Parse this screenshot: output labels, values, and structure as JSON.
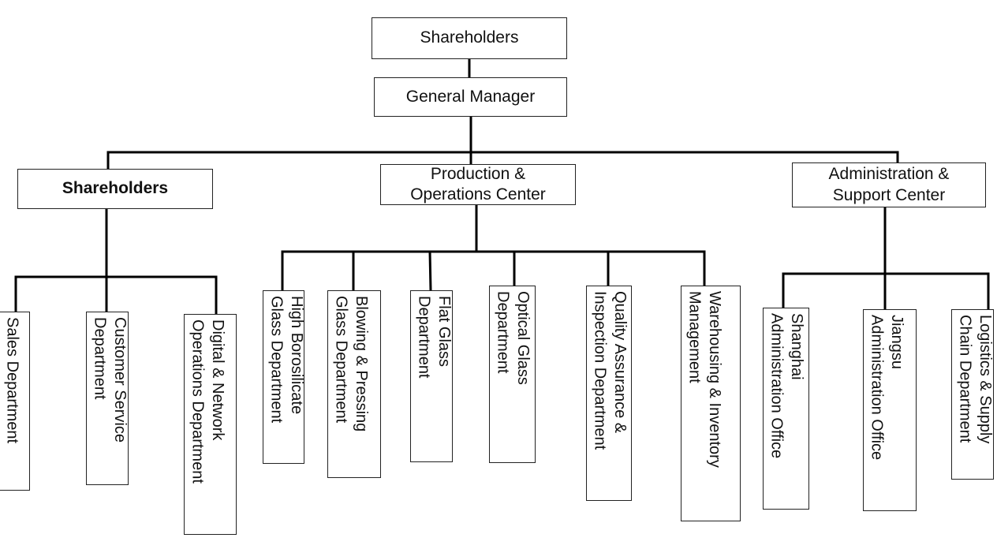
{
  "chart": {
    "top_box": "Shareholders",
    "general_manager": "General Manager",
    "centers": {
      "left": "Shareholders",
      "middle": "Production &\nOperations Center",
      "right": "Administration &\nSupport Center"
    },
    "departments": {
      "sales": "Sales Department",
      "customer_service": "Customer Service\nDepartment",
      "digital_network": "Digital & Network\nOperations Department",
      "high_borosilicate": "High Borosilicate\nGlass Department",
      "blowing_pressing": "Blowing & Pressing\nGlass Department",
      "flat_glass": "Flat Glass\nDepartment",
      "optical_glass": "Optical Glass\nDepartment",
      "quality_assurance": "Quality Assurance &\nInspection Department",
      "warehousing": "Warehousing & Inventory\nManagement",
      "shanghai": "Shanghai\nAdministration Office",
      "jiangsu": "Jiangsu\nAdministration Office",
      "logistics": "Logistics & Supply\nChain Department"
    }
  }
}
